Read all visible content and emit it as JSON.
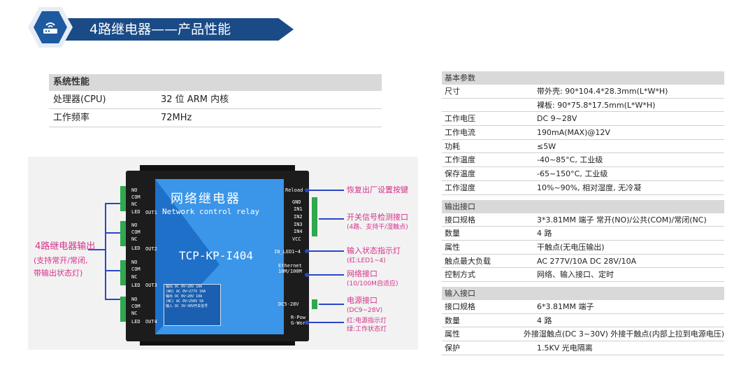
{
  "header": {
    "title": "4路继电器——产品性能"
  },
  "system_table": {
    "heading": "系统性能",
    "rows": [
      {
        "key": "处理器(CPU)",
        "value": "32 位 ARM 内核"
      },
      {
        "key": "工作频率",
        "value": "72MHz"
      }
    ]
  },
  "device": {
    "title": "网络继电器",
    "subtitle": "Network control relay",
    "model": "TCP-KP-I404",
    "left_labels": [
      "NO",
      "COM",
      "NC",
      "LED",
      "NO",
      "COM",
      "NC",
      "LED",
      "NO",
      "COM",
      "NC",
      "LED",
      "NO",
      "COM",
      "NC",
      "LED"
    ],
    "out_labels": [
      "OUT1",
      "OUT2",
      "OUT3",
      "OUT4"
    ],
    "right_labels": {
      "reload": "Reload",
      "gnd": "GND",
      "in1": "IN1",
      "in2": "IN2",
      "in3": "IN3",
      "in4": "IN4",
      "vcc": "VCC",
      "in_led": "IN_LED1~4",
      "ethernet": "Ethernet 10M/100M",
      "dc": "DC5-28V",
      "rpow": "R-Pow G-Work"
    },
    "spec_lines": [
      "输出 DC 0V~28V  10A",
      "(NO) AC 0V~277V 10A",
      "输出 DC 0V~28V  10A",
      "(NC) AC 0V~250V 5A",
      "输入 DC 3V~30V开关信号"
    ]
  },
  "annotations": {
    "left_main": "4路继电器输出",
    "left_sub1": "(支持常开/常闭,",
    "left_sub2": "带输出状态灯)",
    "reload": "恢复出厂设置按键",
    "switch": "开关信号检测接口",
    "switch_sub": "(4路、支持干/湿触点)",
    "input_led": "输入状态指示灯",
    "input_led_sub": "(红:LED1~4)",
    "network": "网络接口",
    "network_sub": "(10/100M自适应)",
    "power": "电源接口",
    "power_sub": "(DC9~28V)",
    "status1": "红:电源指示灯",
    "status2": "绿:工作状态灯"
  },
  "spec_table": {
    "sections": [
      {
        "heading": "基本参数",
        "rows": [
          {
            "key": "尺寸",
            "value": "带外壳: 90*104.4*28.3mm(L*W*H)"
          },
          {
            "key": "",
            "value": "裸板: 90*75.8*17.5mm(L*W*H)"
          },
          {
            "key": "工作电压",
            "value": "DC 9~28V"
          },
          {
            "key": "工作电流",
            "value": "190mA(MAX)@12V"
          },
          {
            "key": "功耗",
            "value": "≤5W"
          },
          {
            "key": "工作温度",
            "value": "-40~85°C, 工业级"
          },
          {
            "key": "保存温度",
            "value": "-65~150°C, 工业级"
          },
          {
            "key": "工作湿度",
            "value": "10%~90%, 相对湿度, 无冷凝"
          }
        ]
      },
      {
        "heading": "输出接口",
        "rows": [
          {
            "key": "接口规格",
            "value": "3*3.81MM 端子    常开(NO)/公共(COM)/常闭(NC)"
          },
          {
            "key": "数量",
            "value": "4 路"
          },
          {
            "key": "属性",
            "value": "干触点(无电压输出)"
          },
          {
            "key": "触点最大负载",
            "value": "AC 277V/10A          DC 28V/10A"
          },
          {
            "key": "控制方式",
            "value": "网络、输入接口、定时"
          }
        ]
      },
      {
        "heading": "输入接口",
        "rows": [
          {
            "key": "接口规格",
            "value": "6*3.81MM 端子"
          },
          {
            "key": "数量",
            "value": "4 路"
          },
          {
            "key": "属性",
            "value": "外接湿触点(DC 3~30V)   外接干触点(内部上拉到电源电压)"
          },
          {
            "key": "保护",
            "value": "1.5KV 光电隔离"
          }
        ]
      }
    ]
  },
  "colors": {
    "header_bar": "#1a4b87",
    "device_blue": "#1f70c8",
    "annotation": "#d6328b",
    "leader_line": "#2a46c9"
  }
}
